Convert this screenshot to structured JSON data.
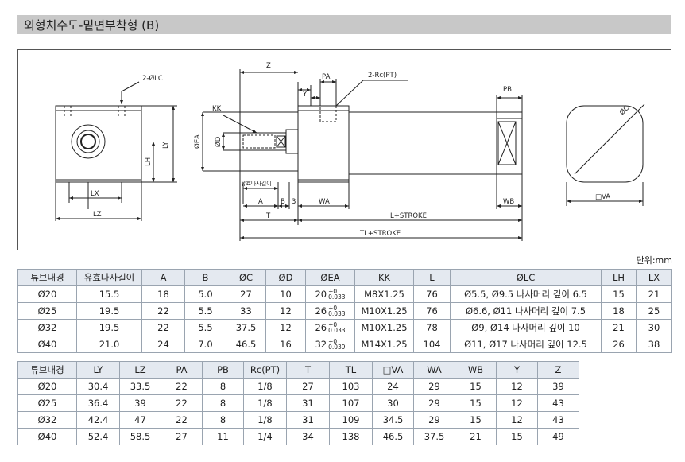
{
  "title": "외형치수도-밑면부착형 (B)",
  "unit": "단위:mm",
  "drawing": {
    "labels": {
      "lc": "2-ØLC",
      "ly": "LY",
      "lh": "LH",
      "lx": "LX",
      "lz": "LZ",
      "kk": "KK",
      "ea": "ØEA",
      "d": "ØD",
      "z": "Z",
      "y": "Y",
      "pa": "PA",
      "rc": "2-Rc(PT)",
      "thread": "유효나사길이",
      "a": "A",
      "b": "B",
      "three": "3",
      "t": "T",
      "wa": "WA",
      "l_stroke": "L+STROKE",
      "tl_stroke": "TL+STROKE",
      "pb": "PB",
      "wb": "WB",
      "c": "ØC",
      "va": "□VA"
    }
  },
  "table1": {
    "headers": [
      "튜브내경",
      "유효나사길이",
      "A",
      "B",
      "ØC",
      "ØD",
      "ØEA",
      "KK",
      "L",
      "ØLC",
      "LH",
      "LX"
    ],
    "rows": [
      {
        "bore": "Ø20",
        "thread": "15.5",
        "a": "18",
        "b": "5.0",
        "c": "27",
        "d": "10",
        "ea": "20",
        "ea_up": "+0",
        "ea_low": "0.033",
        "kk": "M8X1.25",
        "l": "76",
        "lc": "Ø5.5, Ø9.5 나사머리 깊이 6.5",
        "lh": "15",
        "lx": "21"
      },
      {
        "bore": "Ø25",
        "thread": "19.5",
        "a": "22",
        "b": "5.5",
        "c": "33",
        "d": "12",
        "ea": "26",
        "ea_up": "+0",
        "ea_low": "0.033",
        "kk": "M10X1.25",
        "l": "76",
        "lc": "Ø6.6, Ø11 나사머리 깊이 7.5",
        "lh": "18",
        "lx": "25"
      },
      {
        "bore": "Ø32",
        "thread": "19.5",
        "a": "22",
        "b": "5.5",
        "c": "37.5",
        "d": "12",
        "ea": "26",
        "ea_up": "+0",
        "ea_low": "0.033",
        "kk": "M10X1.25",
        "l": "78",
        "lc": "Ø9, Ø14 나사머리 깊이 10",
        "lh": "21",
        "lx": "30"
      },
      {
        "bore": "Ø40",
        "thread": "21.0",
        "a": "24",
        "b": "7.0",
        "c": "46.5",
        "d": "16",
        "ea": "32",
        "ea_up": "+0",
        "ea_low": "0.039",
        "kk": "M14X1.25",
        "l": "104",
        "lc": "Ø11, Ø17 나사머리 깊이 12.5",
        "lh": "26",
        "lx": "38"
      }
    ]
  },
  "table2": {
    "headers": [
      "튜브내경",
      "LY",
      "LZ",
      "PA",
      "PB",
      "Rc(PT)",
      "T",
      "TL",
      "□VA",
      "WA",
      "WB",
      "Y",
      "Z"
    ],
    "rows": [
      [
        "Ø20",
        "30.4",
        "33.5",
        "22",
        "8",
        "1/8",
        "27",
        "103",
        "24",
        "29",
        "15",
        "12",
        "39"
      ],
      [
        "Ø25",
        "36.4",
        "39",
        "22",
        "8",
        "1/8",
        "31",
        "107",
        "30",
        "29",
        "15",
        "12",
        "43"
      ],
      [
        "Ø32",
        "42.4",
        "47",
        "22",
        "8",
        "1/8",
        "31",
        "109",
        "34.5",
        "29",
        "15",
        "12",
        "43"
      ],
      [
        "Ø40",
        "52.4",
        "58.5",
        "27",
        "11",
        "1/4",
        "34",
        "138",
        "46.5",
        "37.5",
        "21",
        "15",
        "49"
      ]
    ]
  }
}
